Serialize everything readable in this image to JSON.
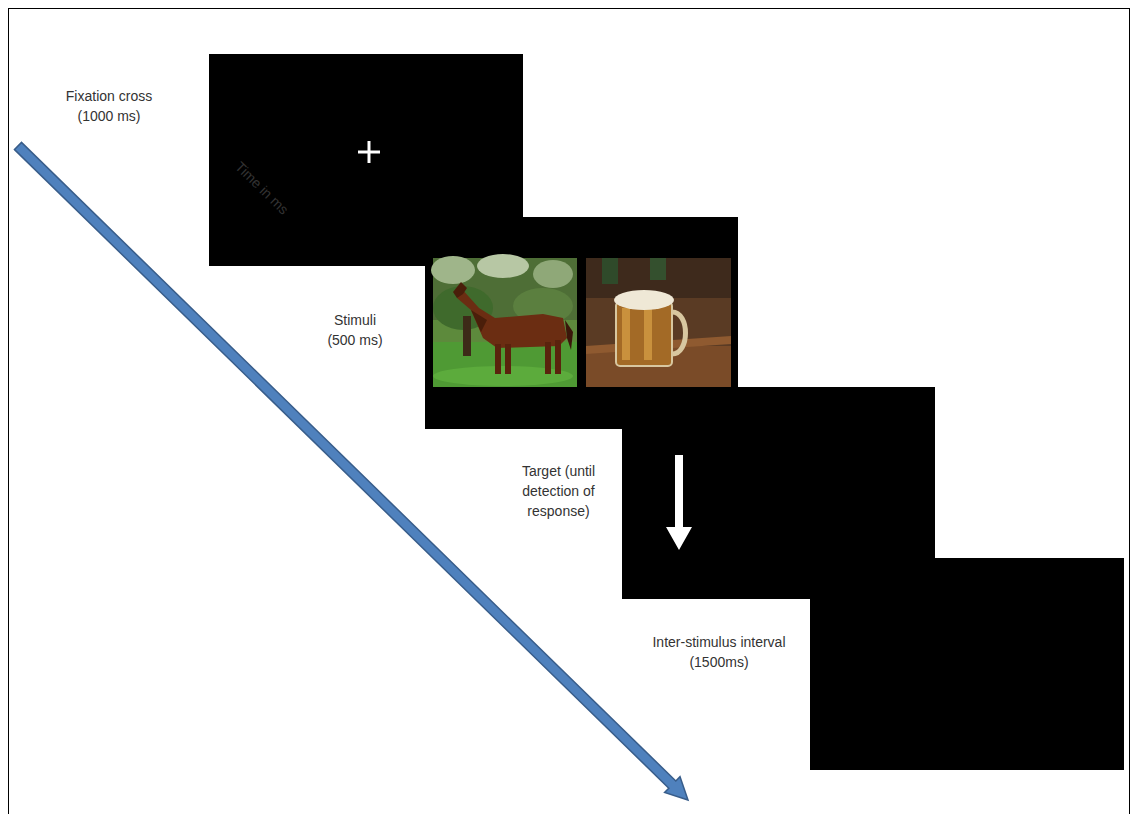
{
  "diagram": {
    "nodes": [
      {
        "text": [
          "Fixation cross (1000 ms)"
        ]
      },
      {
        "text": [
          "Stimuli (500 ms)"
        ]
      },
      {
        "text": [
          "Target (until detection of response)"
        ]
      },
      {
        "text": [
          "Inter-stimulus interval (1500ms)"
        ]
      }
    ],
    "labels": [
      "Time in ms"
    ]
  }
}
